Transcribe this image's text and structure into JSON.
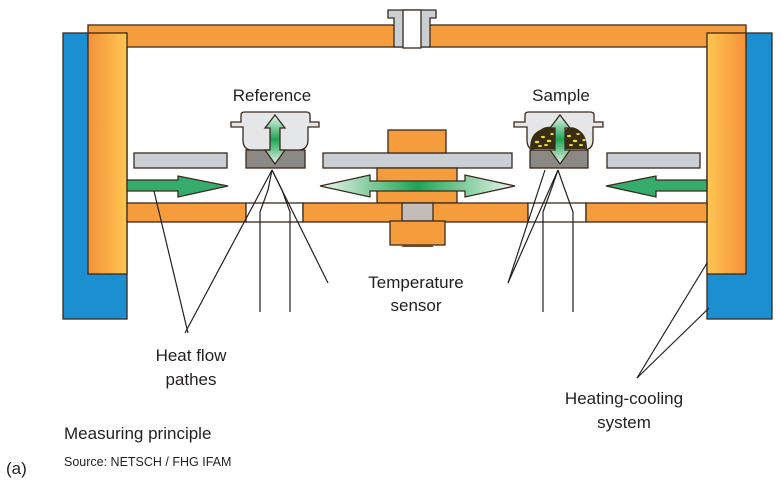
{
  "figure": {
    "panel_tag": "(a)",
    "caption_title": "Measuring principle",
    "caption_source": "Source: NETSCH / FHG IFAM"
  },
  "labels": {
    "reference": "Reference",
    "sample": "Sample",
    "temperature_sensor_line1": "Temperature",
    "temperature_sensor_line2": "sensor",
    "heat_flow_line1": "Heat flow",
    "heat_flow_line2": "pathes",
    "heating_cooling_line1": "Heating-cooling",
    "heating_cooling_line2": "system"
  },
  "colors": {
    "furnace_orange": "#f59d3d",
    "heater_yellow": "#fcc24f",
    "cooling_blue": "#1b8fd0",
    "shield_gray": "#c9cfd3",
    "crucible_gray": "#e4e6e8",
    "holder_dark": "#8c8985",
    "arrow_green": "#36ac6c",
    "sample_yellow": "#f3e221",
    "sample_dark": "#3a2e12"
  }
}
